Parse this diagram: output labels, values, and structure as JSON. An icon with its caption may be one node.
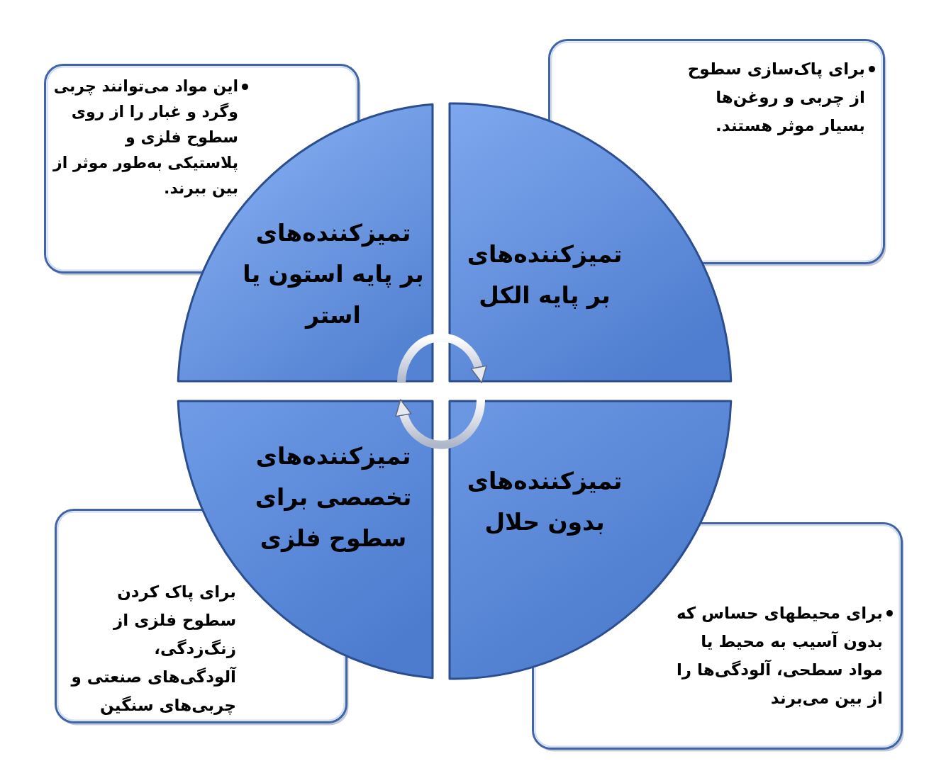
{
  "diagram": {
    "nodes": [
      {
        "text": [
          "برای پاک‌سازی سطوح از چربی و روغن‌ها بسیار موثر هستند."
        ]
      },
      {
        "text": [
          "این مواد می‌توانند چربی وگرد و غبار را از روی سطوح فلزی و پلاستیکی به‌طور موثر از بین ببرند."
        ]
      },
      {
        "text": [
          "تمیزکننده‌های بر پایه الکل"
        ]
      },
      {
        "text": [
          "تمیزکننده‌های بر پایه استون یا استر"
        ]
      },
      {
        "text": [
          "تمیزکننده‌های بدون حلال"
        ]
      },
      {
        "text": [
          "تمیزکننده‌های تخصصی برای سطوح فلزی"
        ]
      },
      {
        "text": [
          "برای محیطهای حساس که بدون آسیب به محیط یا مواد سطحی، آلودگی‌ها را از بین می‌برند"
        ]
      },
      {
        "text": [
          "برای پاک کردن سطوح فلزی از زنگ‌زدگی، آلودگی‌های صنعتی و چربی‌های سنگین"
        ]
      }
    ],
    "edges": [
      {
        "from": 3,
        "to": 2,
        "arrow": "to"
      },
      {
        "from": 4,
        "to": 5,
        "arrow": "to"
      }
    ]
  }
}
